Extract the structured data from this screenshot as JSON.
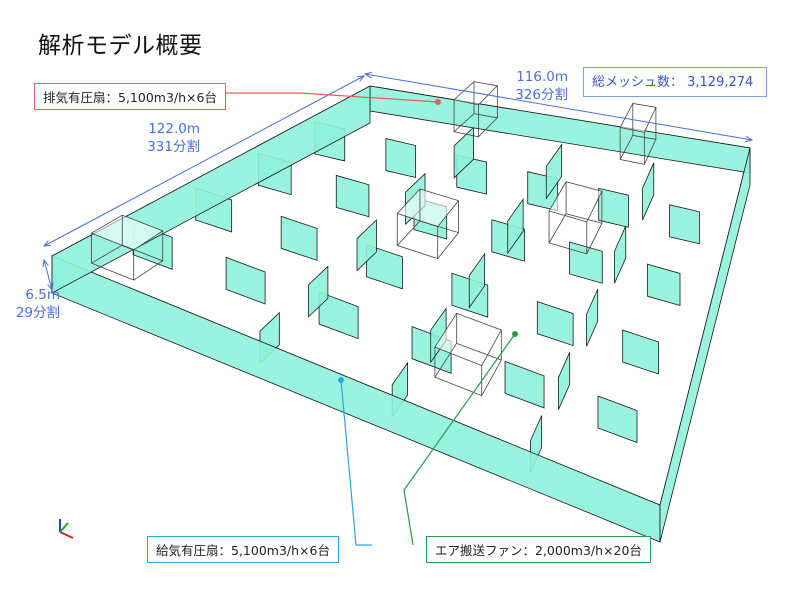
{
  "title": "解析モデル概要",
  "labels": {
    "exhaust": "排気有圧扇：5,100m3/h×6台",
    "supply": "給気有圧扇：5,100m3/h×6台",
    "air_fan": "エア搬送ファン：2,000m3/h×20台",
    "mesh": "総メッシュ数： 3,129,274"
  },
  "dimensions": {
    "width": {
      "length": "116.0m",
      "divisions": "326分割"
    },
    "depth": {
      "length": "122.0m",
      "divisions": "331分割"
    },
    "height": {
      "length": "6.5m",
      "divisions": "29分割"
    }
  },
  "colors": {
    "wall_fill": "#8ff2da",
    "wall_stroke": "#1a1a1a",
    "exhaust": "#e06060",
    "supply": "#2aa8d8",
    "air_fan": "#2a9a4a",
    "dimension": "#4a6fd8"
  },
  "icons": [
    "axis-triad-icon"
  ]
}
